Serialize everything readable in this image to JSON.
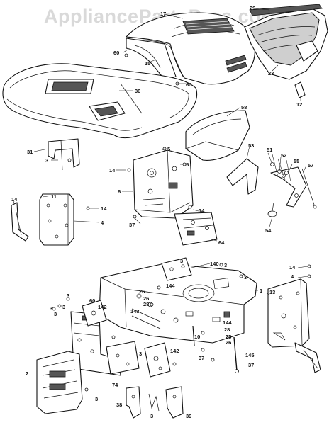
{
  "watermark": "AppliancePartsPros.com",
  "callouts": {
    "c17": "17",
    "c29": "29",
    "c60a": "60",
    "c15": "15",
    "c60b": "60",
    "c23": "23",
    "c30": "30",
    "c12": "12",
    "c58": "58",
    "c31": "31",
    "c3a": "3",
    "c5a": "5",
    "c14a": "14",
    "c5b": "5",
    "c6": "6",
    "c53": "53",
    "c51": "51",
    "c52": "52",
    "c55": "55",
    "c57": "57",
    "c11": "11",
    "c14b": "14",
    "c14c": "14",
    "c14d": "14",
    "c4a": "4",
    "c37a": "37",
    "c54": "54",
    "c64": "64",
    "c3b": "3",
    "c140": "140",
    "c3c": "3",
    "c14e": "14",
    "c4b": "4",
    "c3d": "3",
    "c1": "1",
    "c13": "13",
    "c144a": "144",
    "c26a": "26",
    "c26b": "26",
    "c28a": "28",
    "c3e": "3",
    "c3f": "3",
    "c60c": "60",
    "c142a": "142",
    "c143": "143",
    "c3g": "3",
    "c3h": "3",
    "c144b": "144",
    "c28b": "28",
    "c25": "25",
    "c26c": "26",
    "c10": "10",
    "c37b": "37",
    "c3i": "3",
    "c142b": "142",
    "c145": "145",
    "c37c": "37",
    "c74": "74",
    "c2": "2",
    "c3j": "3",
    "c38": "38",
    "c3k": "3",
    "c39": "39"
  }
}
